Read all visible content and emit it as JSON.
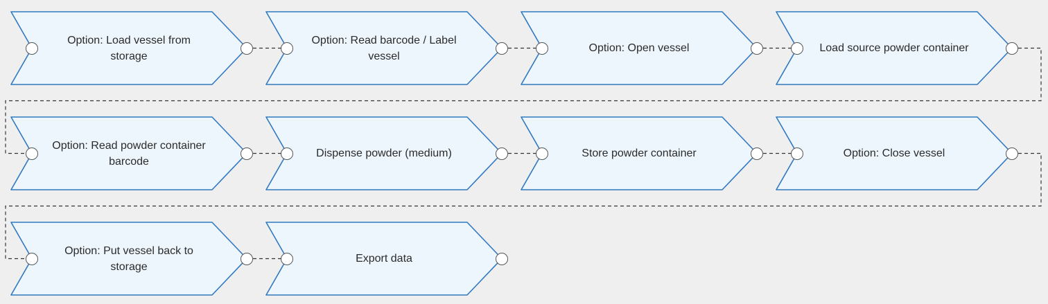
{
  "colors": {
    "background": "#efefef",
    "node_fill": "#eef6fd",
    "node_stroke": "#2f78c0",
    "port_stroke": "#555555",
    "connector": "#333333"
  },
  "steps": [
    {
      "label": "Option: Load vessel from storage"
    },
    {
      "label": "Option: Read barcode / Label vessel"
    },
    {
      "label": "Option: Open vessel"
    },
    {
      "label": "Load source powder container"
    },
    {
      "label": "Option: Read powder container barcode"
    },
    {
      "label": "Dispense powder (medium)"
    },
    {
      "label": "Store powder container"
    },
    {
      "label": "Option: Close vessel"
    },
    {
      "label": "Option: Put vessel back to storage"
    },
    {
      "label": "Export data"
    }
  ]
}
